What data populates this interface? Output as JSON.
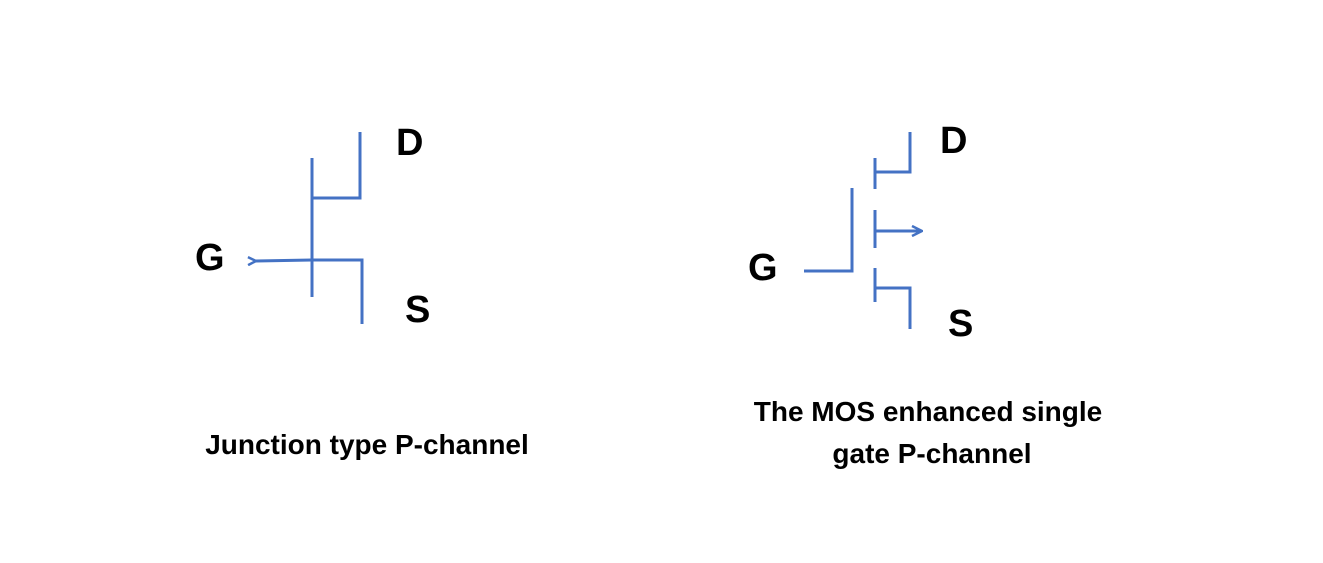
{
  "colors": {
    "symbol_stroke": "#4472C4",
    "text": "#000000",
    "background": "#FFFFFF"
  },
  "symbols": [
    {
      "name": "jfet-p-channel",
      "pins": {
        "drain": "D",
        "gate": "G",
        "source": "S"
      },
      "caption": [
        "Junction type P-channel"
      ]
    },
    {
      "name": "mosfet-enhancement-p-channel",
      "pins": {
        "drain": "D",
        "gate": "G",
        "source": "S"
      },
      "caption": [
        "The MOS enhanced single",
        "gate P-channel"
      ]
    }
  ]
}
